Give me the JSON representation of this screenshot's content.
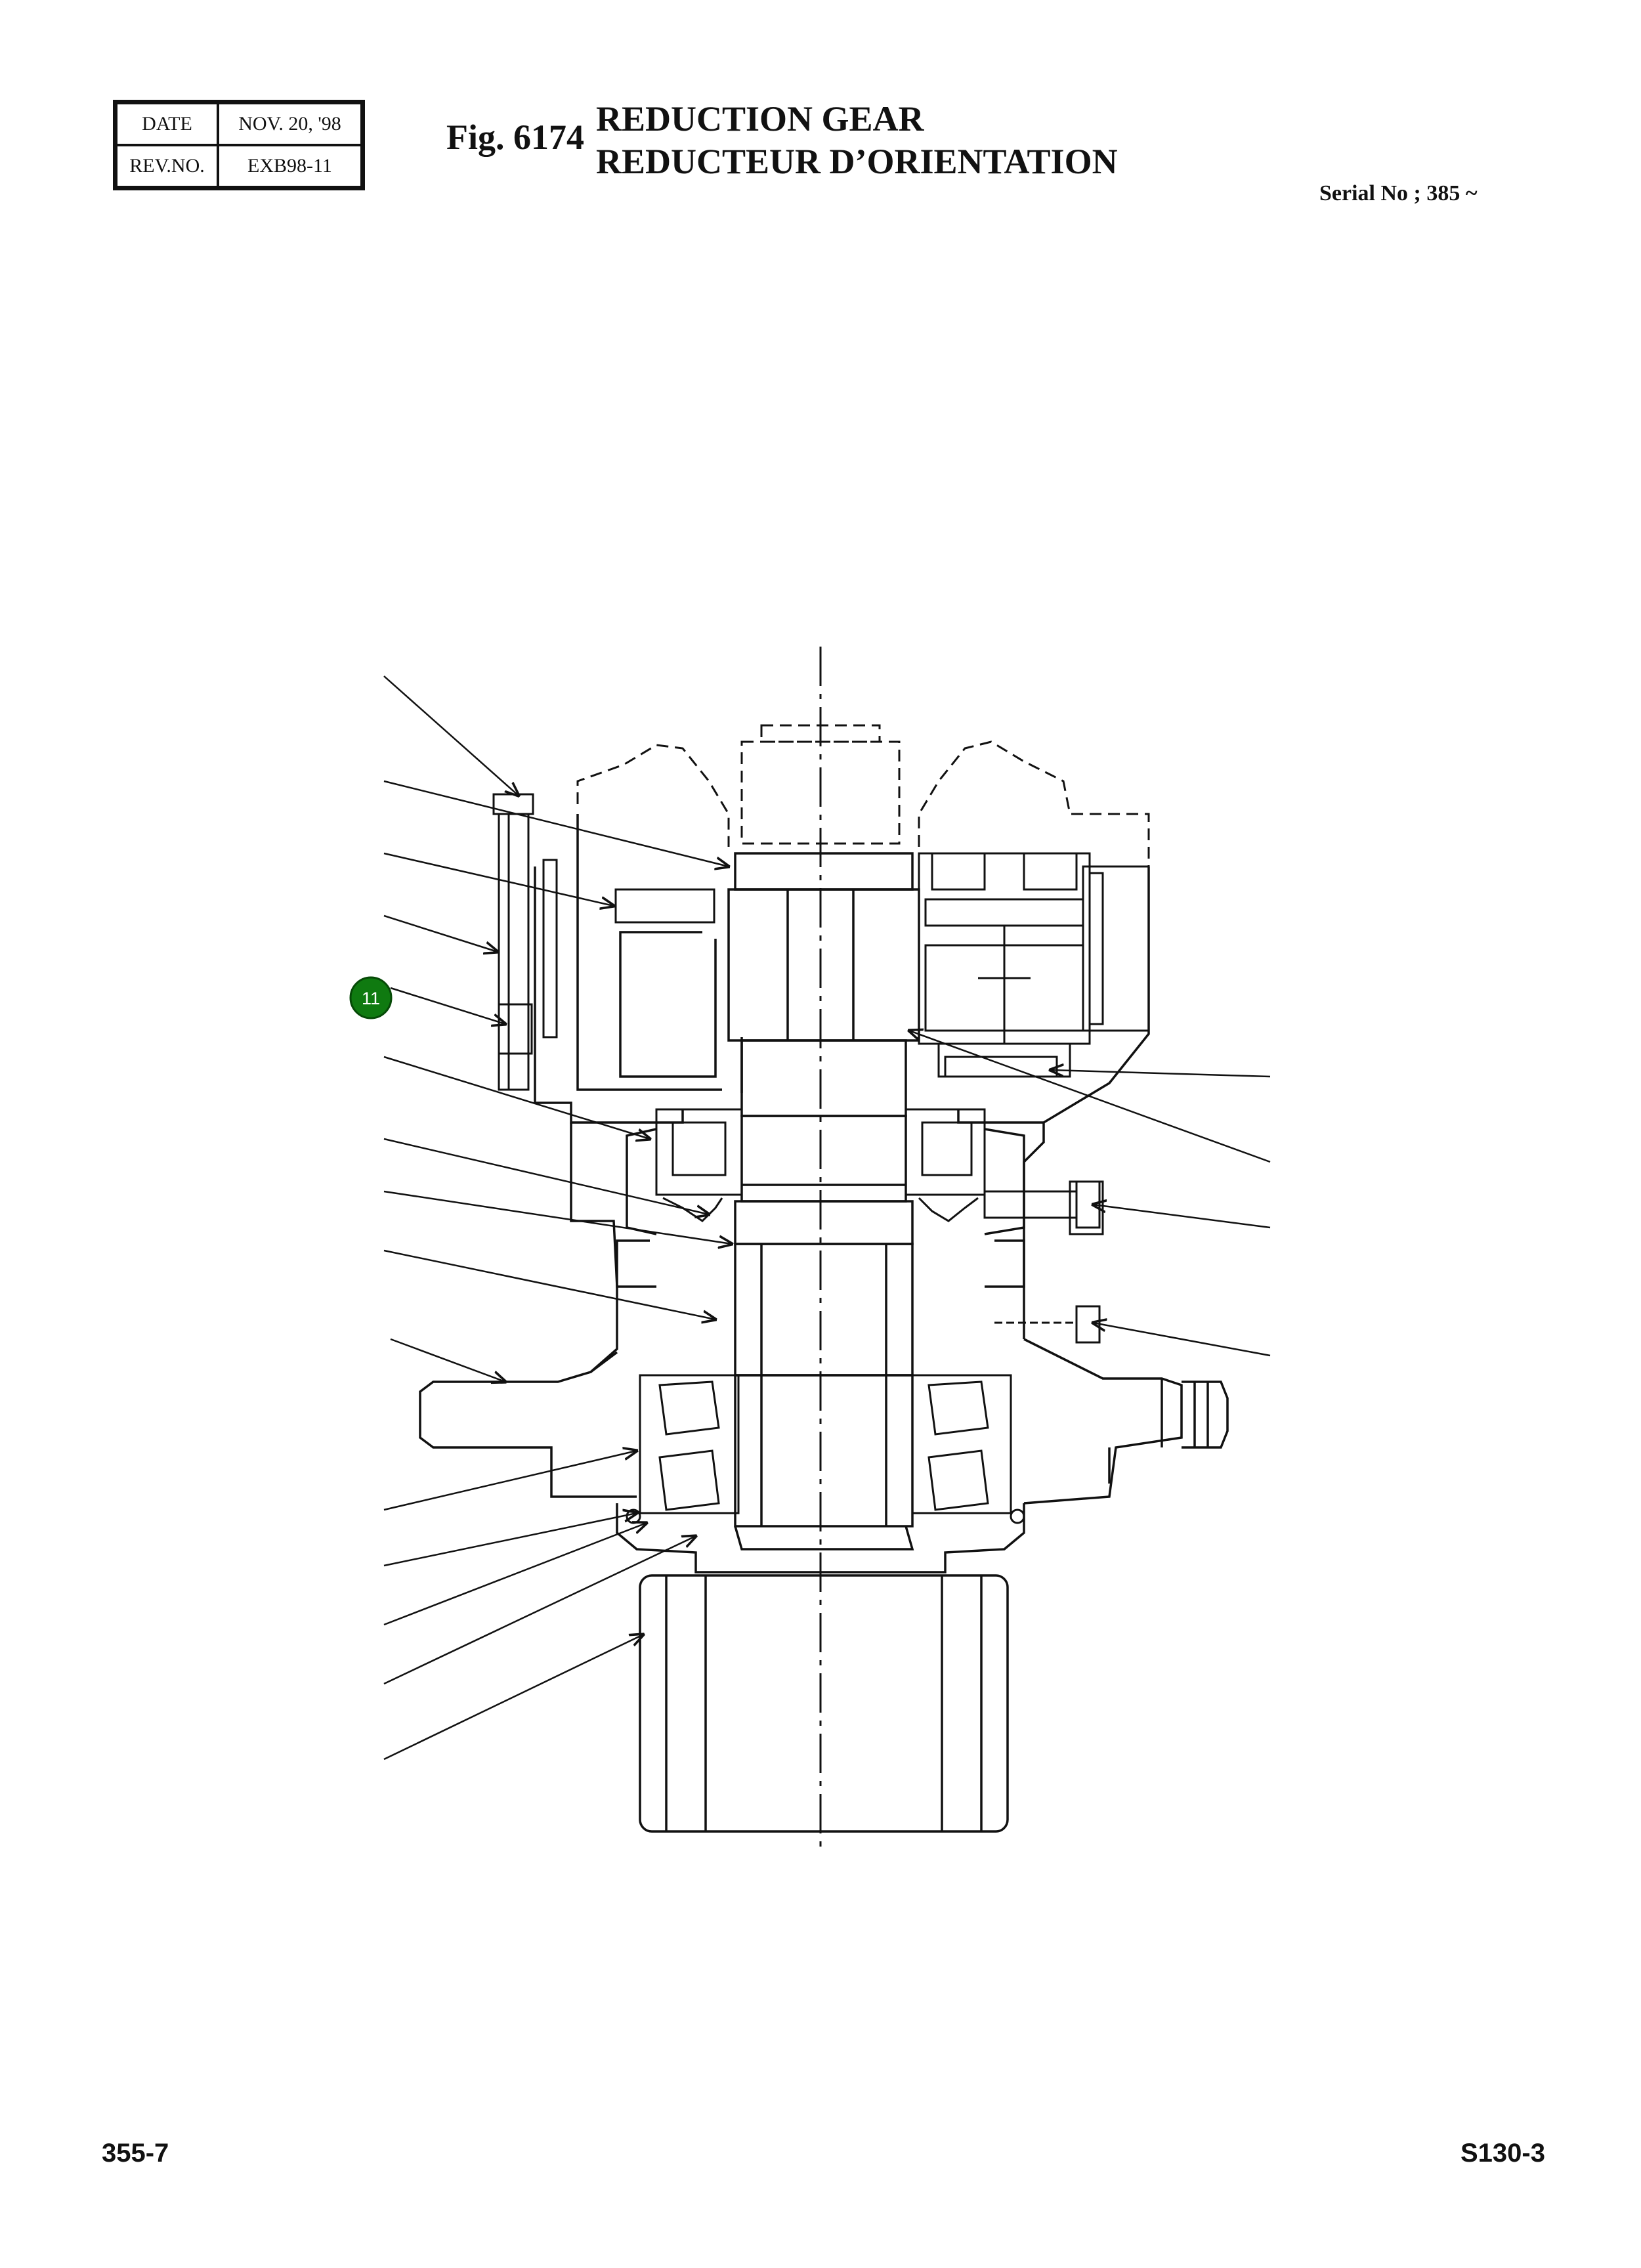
{
  "header": {
    "date_label": "DATE",
    "date_value": "NOV. 20, '98",
    "rev_label": "REV.NO.",
    "rev_value": "EXB98-11",
    "fig_number": "Fig. 6174",
    "title_en": "REDUCTION GEAR",
    "title_fr": "REDUCTEUR D’ORIENTATION",
    "serial": "Serial No ; 385 ~"
  },
  "diagram": {
    "callout_label": "11",
    "callout_color": "#0f7a10"
  },
  "footer": {
    "page_left": "355-7",
    "page_right": "S130-3"
  }
}
